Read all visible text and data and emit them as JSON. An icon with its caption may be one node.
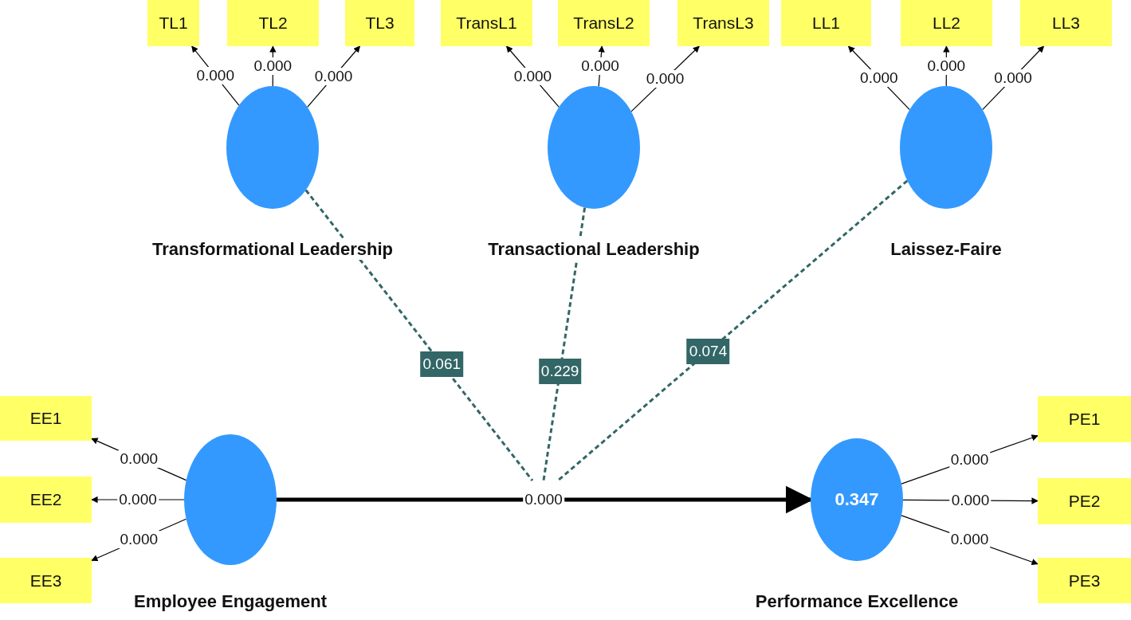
{
  "diagram": {
    "nodes": [
      {
        "text": [
          "TL1"
        ]
      },
      {
        "text": [
          "TL2"
        ]
      },
      {
        "text": [
          "TL3"
        ]
      },
      {
        "text": [
          "TransL1"
        ]
      },
      {
        "text": [
          "TransL2"
        ]
      },
      {
        "text": [
          "TransL3"
        ]
      },
      {
        "text": [
          "LL1"
        ]
      },
      {
        "text": [
          "LL2"
        ]
      },
      {
        "text": [
          "LL3"
        ]
      },
      {
        "text": [
          "Transformational Leadership"
        ]
      },
      {
        "text": [
          "Transactional Leadership"
        ]
      },
      {
        "text": [
          "Laissez-Faire"
        ]
      },
      {
        "text": [
          "EE1"
        ]
      },
      {
        "text": [
          "EE2"
        ]
      },
      {
        "text": [
          "EE3"
        ]
      },
      {
        "text": [
          "Employee Engagement"
        ]
      },
      {
        "text": [
          "0.347",
          "Performance Excellence"
        ]
      },
      {
        "text": [
          "PE1"
        ]
      },
      {
        "text": [
          "PE2"
        ]
      },
      {
        "text": [
          "PE3"
        ]
      }
    ],
    "edges": [
      {
        "from": 9,
        "to": 0,
        "arrow": "to",
        "label": "0.000"
      },
      {
        "from": 9,
        "to": 1,
        "arrow": "to",
        "label": "0.000"
      },
      {
        "from": 9,
        "to": 2,
        "arrow": "to",
        "label": "0.000"
      },
      {
        "from": 10,
        "to": 3,
        "arrow": "to",
        "label": "0.000"
      },
      {
        "from": 10,
        "to": 4,
        "arrow": "to",
        "label": "0.000"
      },
      {
        "from": 10,
        "to": 5,
        "arrow": "to",
        "label": "0.000"
      },
      {
        "from": 11,
        "to": 6,
        "arrow": "to",
        "label": "0.000"
      },
      {
        "from": 11,
        "to": 7,
        "arrow": "to",
        "label": "0.000"
      },
      {
        "from": 11,
        "to": 8,
        "arrow": "to",
        "label": "0.000"
      },
      {
        "from": 15,
        "to": 12,
        "arrow": "to",
        "label": "0.000"
      },
      {
        "from": 15,
        "to": 13,
        "arrow": "to",
        "label": "0.000"
      },
      {
        "from": 15,
        "to": 14,
        "arrow": "to",
        "label": "0.000"
      },
      {
        "from": 15,
        "to": 16,
        "arrow": "to",
        "label": "0.000",
        "style": "thick"
      },
      {
        "from": 16,
        "to": 17,
        "arrow": "to",
        "label": "0.000"
      },
      {
        "from": 16,
        "to": 18,
        "arrow": "to",
        "label": "0.000"
      },
      {
        "from": 16,
        "to": 19,
        "arrow": "to",
        "label": "0.000"
      },
      {
        "from": 9,
        "to": null,
        "arrow": "none",
        "label": "0.061",
        "style": "dashed",
        "color": "#336666"
      },
      {
        "from": 10,
        "to": null,
        "arrow": "none",
        "label": "0.229",
        "style": "dashed",
        "color": "#336666"
      },
      {
        "from": 11,
        "to": null,
        "arrow": "none",
        "label": "0.074",
        "style": "dashed",
        "color": "#336666"
      }
    ]
  }
}
